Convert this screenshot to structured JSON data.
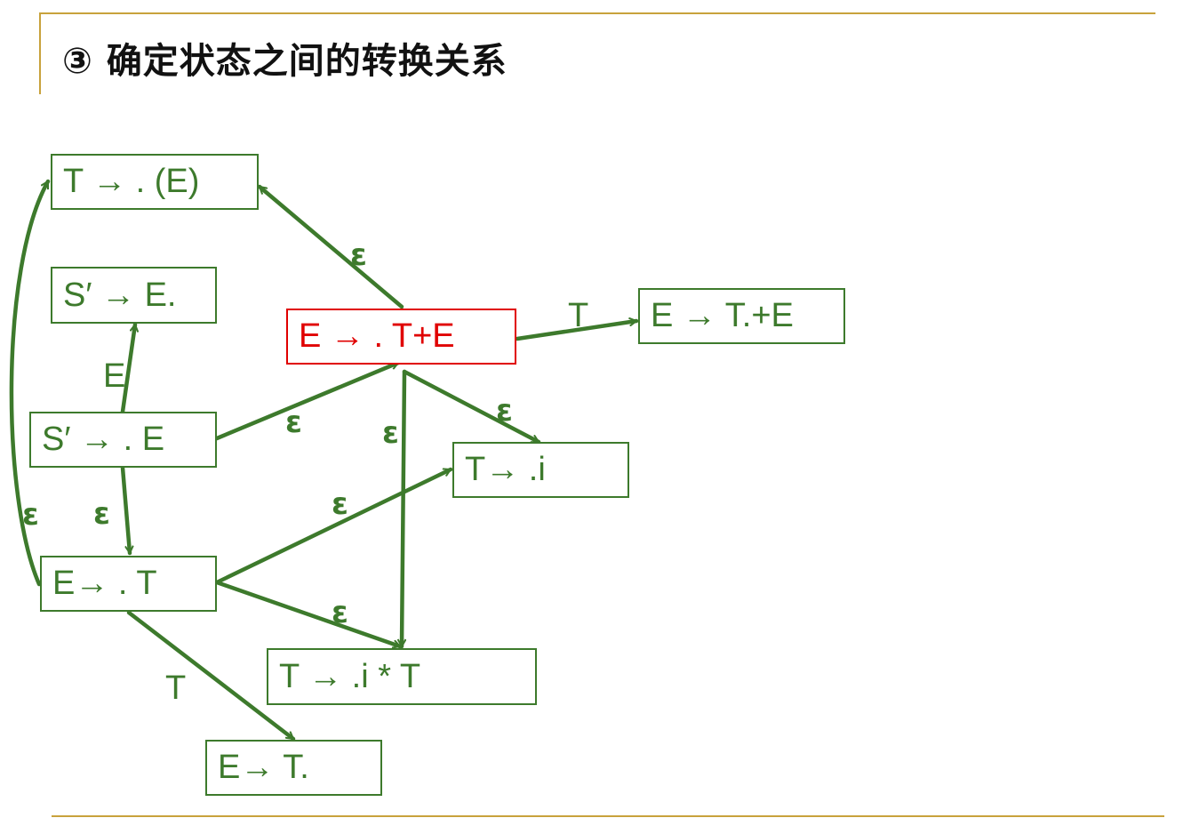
{
  "title": "③ 确定状态之间的转换关系",
  "colors": {
    "accent": "#3d7a2c",
    "highlight": "#e00000",
    "rule": "#c8a23c"
  },
  "nodes": {
    "t_paren": "T → . (E)",
    "s_done": "S′ → E.",
    "s_start": "S′ → . E",
    "e_tplus": "E → . T+E",
    "e_tplus_after": "E → T.+E",
    "t_i": "T→ .i",
    "e_t": "E→ . T",
    "t_istar": "T → .i * T",
    "e_t_done": "E→ T."
  },
  "labels": {
    "eps_to_tparen": "ε",
    "t_to_etplus_after": "T",
    "e_to_sdone": "E",
    "eps_start_to_etplus": "ε",
    "eps_etplus_down": "ε",
    "eps_etplus_to_ti": "ε",
    "eps_et_to_ti": "ε",
    "eps_start_to_et": "ε",
    "eps_loop_left": "ε",
    "eps_et_to_tistar": "ε",
    "t_et_to_done": "T"
  }
}
